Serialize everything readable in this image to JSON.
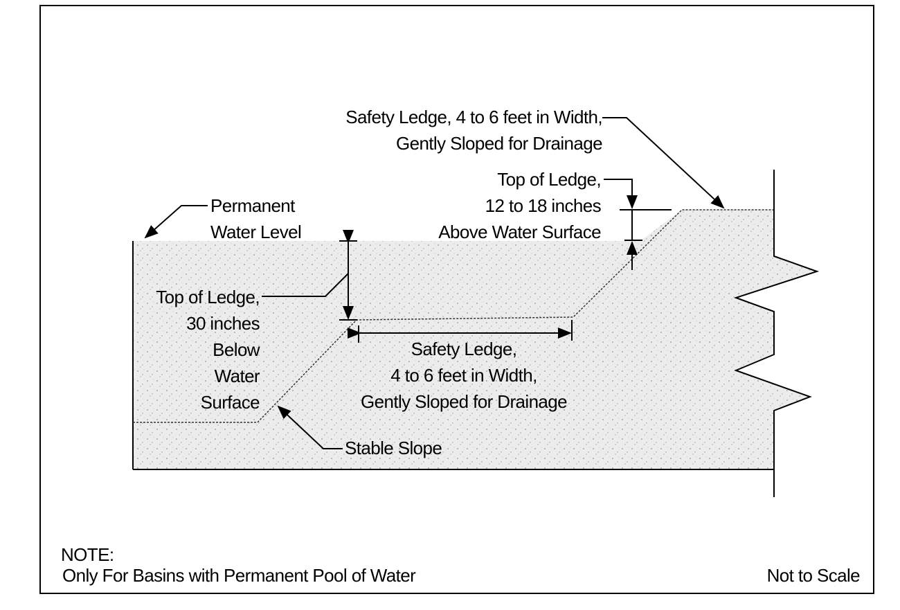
{
  "labels": {
    "top_safety_ledge": [
      "Safety Ledge, 4 to 6 feet in Width,",
      "Gently Sloped for Drainage"
    ],
    "top_of_ledge_above": [
      "Top of Ledge,",
      "12 to 18 inches",
      "Above Water Surface"
    ],
    "permanent_water_level": [
      "Permanent",
      "Water Level"
    ],
    "top_of_ledge_below": [
      "Top of Ledge,",
      "30 inches",
      "Below",
      "Water",
      "Surface"
    ],
    "bottom_safety_ledge": [
      "Safety Ledge,",
      "4 to 6 feet in Width,",
      "Gently Sloped for Drainage"
    ],
    "stable_slope": "Stable Slope"
  },
  "note": {
    "heading": "NOTE:",
    "text": "Only For Basins with Permanent Pool of Water"
  },
  "scale_note": "Not to Scale",
  "colors": {
    "fill": "#e6e6e6",
    "ink": "#000000"
  }
}
